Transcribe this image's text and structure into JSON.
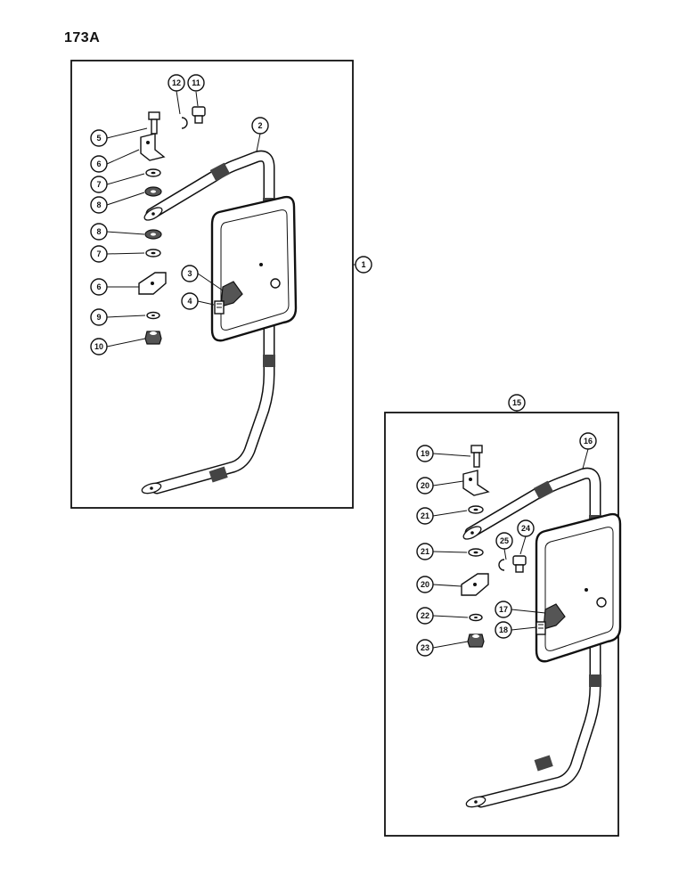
{
  "page_number": "173A",
  "assemblies": [
    {
      "callout": "1",
      "parts": [
        "2",
        "3",
        "4",
        "5",
        "6",
        "6",
        "7",
        "7",
        "8",
        "8",
        "9",
        "10",
        "11",
        "12"
      ]
    },
    {
      "callout": "15",
      "parts": [
        "16",
        "17",
        "18",
        "19",
        "20",
        "20",
        "21",
        "21",
        "22",
        "23",
        "24",
        "25"
      ]
    }
  ],
  "callouts": {
    "c1": "1",
    "c2": "2",
    "c3": "3",
    "c4": "4",
    "c5": "5",
    "c6a": "6",
    "c6b": "6",
    "c7a": "7",
    "c7b": "7",
    "c8a": "8",
    "c8b": "8",
    "c9": "9",
    "c10": "10",
    "c11": "11",
    "c12": "12",
    "c15": "15",
    "c16": "16",
    "c17": "17",
    "c18": "18",
    "c19": "19",
    "c20a": "20",
    "c20b": "20",
    "c21a": "21",
    "c21b": "21",
    "c22": "22",
    "c23": "23",
    "c24": "24",
    "c25": "25"
  }
}
